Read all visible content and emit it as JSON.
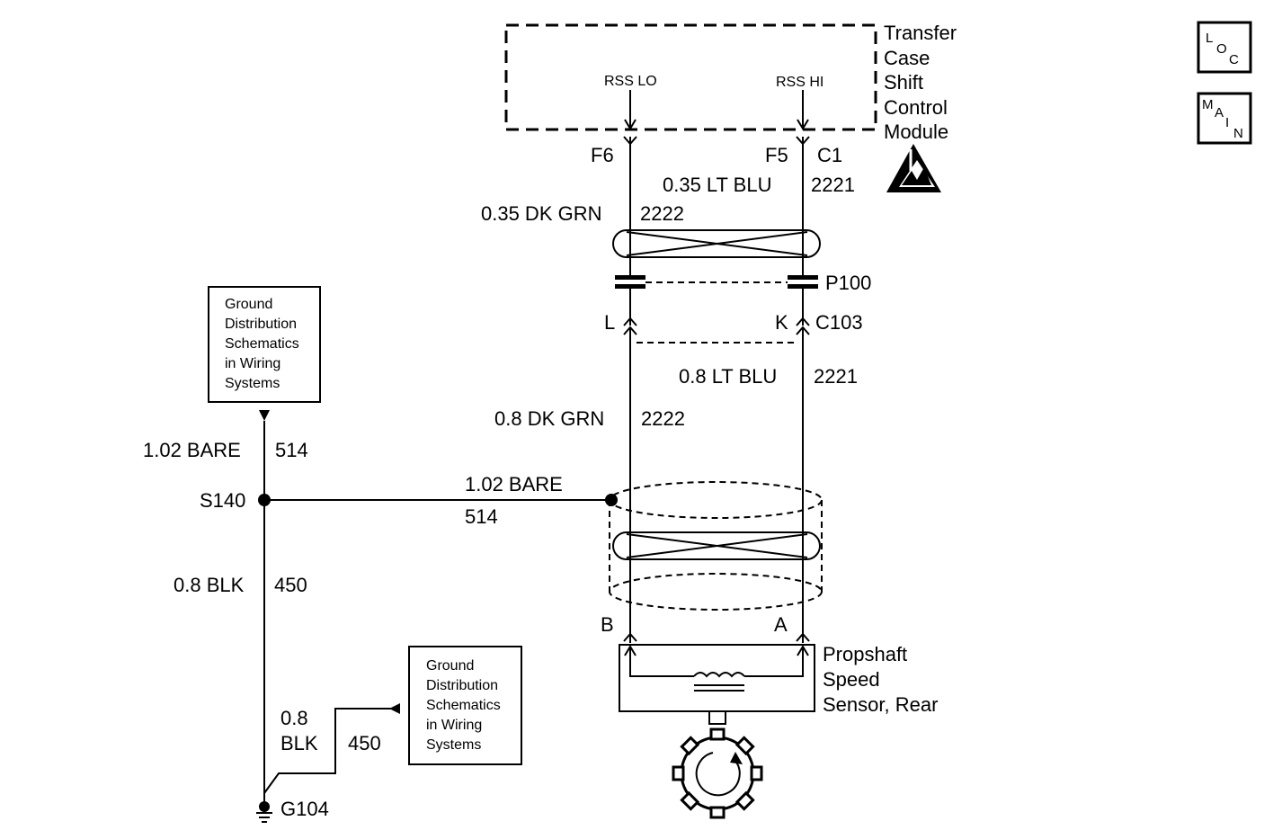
{
  "module": {
    "title_lines": [
      "Transfer",
      "Case",
      "Shift",
      "Control",
      "Module"
    ],
    "pin_lo": "RSS LO",
    "pin_hi": "RSS HI"
  },
  "connectors": {
    "f6": "F6",
    "f5": "F5",
    "c1": "C1",
    "l": "L",
    "k": "K",
    "c103": "C103",
    "p100": "P100",
    "b": "B",
    "a": "A"
  },
  "wires": {
    "dkgrn_035": {
      "label": "0.35 DK GRN",
      "circuit": "2222"
    },
    "ltblu_035": {
      "label": "0.35 LT BLU",
      "circuit": "2221"
    },
    "ltblu_08": {
      "label": "0.8 LT BLU",
      "circuit": "2221"
    },
    "dkgrn_08": {
      "label": "0.8 DK GRN",
      "circuit": "2222"
    },
    "bare_left": {
      "label": "1.02 BARE",
      "circuit": "514"
    },
    "bare_mid": {
      "label": "1.02 BARE",
      "circuit": "514"
    },
    "blk_upper": {
      "label": "0.8 BLK",
      "circuit": "450"
    },
    "blk_lower": {
      "label_line1": "0.8",
      "label_line2": "BLK",
      "circuit": "450"
    }
  },
  "splice": "S140",
  "ground": "G104",
  "ground_ref_1": [
    "Ground",
    "Distribution",
    "Schematics",
    "in Wiring",
    "Systems"
  ],
  "ground_ref_2": [
    "Ground",
    "Distribution",
    "Schematics",
    "in Wiring",
    "Systems"
  ],
  "sensor": {
    "lines": [
      "Propshaft",
      "Speed",
      "Sensor, Rear"
    ]
  },
  "nav": {
    "loc": {
      "l": "L",
      "o": "O",
      "c": "C"
    },
    "main": {
      "m": "M",
      "a": "A",
      "i": "I",
      "n": "N"
    }
  },
  "icons": [
    "esd-warning-icon",
    "reluctor-wheel-icon",
    "ground-symbol-icon",
    "loc-nav-icon",
    "main-nav-icon"
  ]
}
